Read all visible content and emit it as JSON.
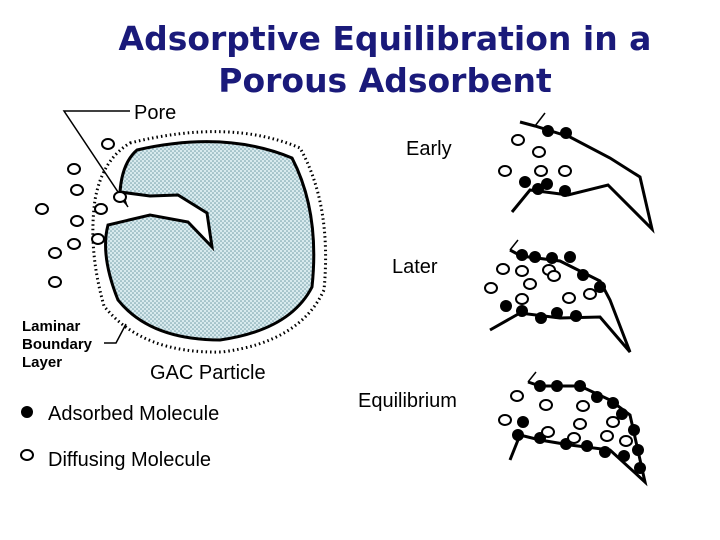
{
  "title": {
    "line1": "Adsorptive Equilibration in a",
    "line2": "Porous Adsorbent"
  },
  "labels": {
    "pore": "Pore",
    "early": "Early",
    "later": "Later",
    "equilibrium": "Equilibrium",
    "gac_particle": "GAC Particle",
    "laminar_1": "Laminar",
    "laminar_2": "Boundary",
    "laminar_3": "Layer"
  },
  "legend": {
    "adsorbed": "Adsorbed Molecule",
    "diffusing": "Diffusing Molecule"
  },
  "colors": {
    "title": "#1a1a7a",
    "particle_fill": "#cfe3e8",
    "ink": "#000000"
  }
}
